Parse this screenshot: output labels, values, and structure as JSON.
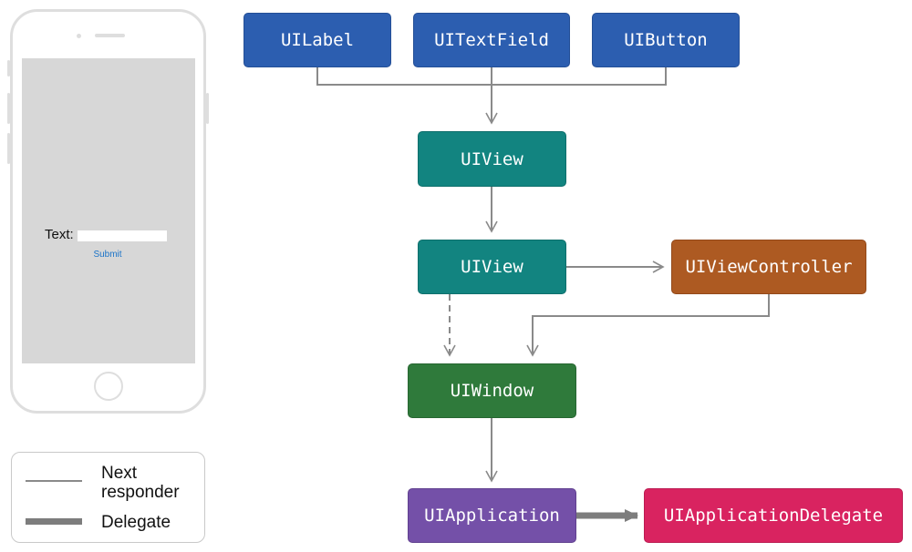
{
  "colors": {
    "view_leaf": "#2c5eb0",
    "view": "#128480",
    "controller": "#ad5a22",
    "window": "#2f7a3b",
    "application": "#7450a8",
    "delegate": "#d92360",
    "connector": "#8a8a8a"
  },
  "phone_screen": {
    "text_label": "Text:",
    "text_field_value": "",
    "submit_label": "Submit"
  },
  "nodes": {
    "uilabel": "UILabel",
    "uitextfield": "UITextField",
    "uibutton": "UIButton",
    "uiview_top": "UIView",
    "uiview_bottom": "UIView",
    "uiviewcontroller": "UIViewController",
    "uiwindow": "UIWindow",
    "uiapplication": "UIApplication",
    "uiapplicationdelegate": "UIApplicationDelegate"
  },
  "edges": [
    {
      "from": "uilabel",
      "to": "uiview_top",
      "kind": "next-responder"
    },
    {
      "from": "uitextfield",
      "to": "uiview_top",
      "kind": "next-responder"
    },
    {
      "from": "uibutton",
      "to": "uiview_top",
      "kind": "next-responder"
    },
    {
      "from": "uiview_top",
      "to": "uiview_bottom",
      "kind": "next-responder"
    },
    {
      "from": "uiview_bottom",
      "to": "uiviewcontroller",
      "kind": "next-responder"
    },
    {
      "from": "uiview_bottom",
      "to": "uiwindow",
      "kind": "next-responder-dashed"
    },
    {
      "from": "uiviewcontroller",
      "to": "uiwindow",
      "kind": "next-responder"
    },
    {
      "from": "uiwindow",
      "to": "uiapplication",
      "kind": "next-responder"
    },
    {
      "from": "uiapplication",
      "to": "uiapplicationdelegate",
      "kind": "delegate"
    }
  ],
  "legend": {
    "next_responder": "Next responder",
    "next_responder_line1": "Next",
    "next_responder_line2": "responder",
    "delegate": "Delegate"
  }
}
